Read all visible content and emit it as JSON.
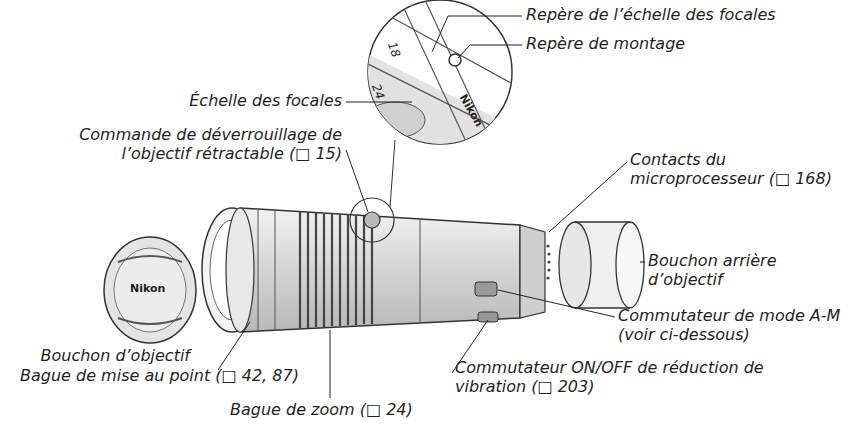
{
  "diagram": {
    "labels": [
      "Repère de l’échelle des focales",
      "Repère de montage",
      "Échelle des focales",
      "Commande de déverrouillage de l’objectif rétractable (□ 15)",
      "Contacts du microprocesseur (□ 168)",
      "Bouchon arrière d’objectif",
      "Commutateur de mode A-M (voir ci-dessous)",
      "Commutateur ON/OFF de réduction de vibration (□ 203)",
      "Bouchon d’objectif",
      "Bague de mise au point (□ 42, 87)",
      "Bague de zoom (□ 24)",
      "Nikon",
      "Nikon",
      "18",
      "24"
    ]
  }
}
